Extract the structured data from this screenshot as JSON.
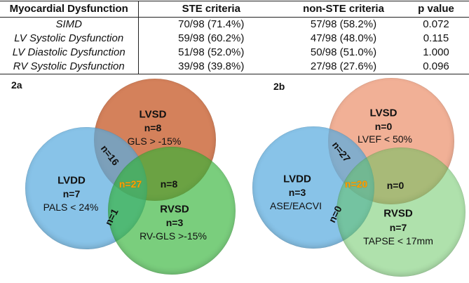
{
  "table": {
    "headers": [
      "Myocardial Dysfunction",
      "STE criteria",
      "non-STE criteria",
      "p value"
    ],
    "rows": [
      {
        "label": "SIMD",
        "ste": "70/98 (71.4%)",
        "non_ste": "57/98 (58.2%)",
        "p": "0.072"
      },
      {
        "label": "LV Systolic Dysfunction",
        "ste": "59/98 (60.2%)",
        "non_ste": "47/98 (48.0%)",
        "p": "0.115"
      },
      {
        "label": "LV Diastolic Dysfunction",
        "ste": "51/98 (52.0%)",
        "non_ste": "50/98 (51.0%)",
        "p": "1.000"
      },
      {
        "label": "RV Systolic Dysfunction",
        "ste": "39/98 (39.8%)",
        "non_ste": "27/98 (27.6%)",
        "p": "0.096"
      }
    ]
  },
  "venn_a": {
    "panel_label": "2a",
    "lvsd": {
      "title": "LVSD",
      "n": "n=8",
      "criteria": "GLS > -15%"
    },
    "lvdd": {
      "title": "LVDD",
      "n": "n=7",
      "criteria": "PALS < 24%"
    },
    "rvsd": {
      "title": "RVSD",
      "n": "n=3",
      "criteria": "RV-GLS >-15%"
    },
    "overlap_lvsd_lvdd": "n=16",
    "overlap_lvsd_rvsd": "n=8",
    "overlap_lvdd_rvsd": "n=1",
    "overlap_center": "n=27"
  },
  "venn_b": {
    "panel_label": "2b",
    "lvsd": {
      "title": "LVSD",
      "n": "n=0",
      "criteria": "LVEF < 50%"
    },
    "lvdd": {
      "title": "LVDD",
      "n": "n=3",
      "criteria": "ASE/EACVI"
    },
    "rvsd": {
      "title": "RVSD",
      "n": "n=7",
      "criteria": "TAPSE < 17mm"
    },
    "overlap_lvsd_lvdd": "n=27",
    "overlap_lvsd_rvsd": "n=0",
    "overlap_lvdd_rvsd": "n=0",
    "overlap_center": "n=20"
  },
  "colors": {
    "venn_a_lvsd": "#D0764DEB",
    "venn_a_lvdd": "#5AACDFB8",
    "venn_a_rvsd": "#32B437A6",
    "venn_b_lvsd": "#E97F559E",
    "venn_b_lvdd": "#5AACDFB8",
    "venn_b_rvsd": "#5FC35A80",
    "center_count_text": "#FFA000",
    "table_line": "#222222"
  }
}
